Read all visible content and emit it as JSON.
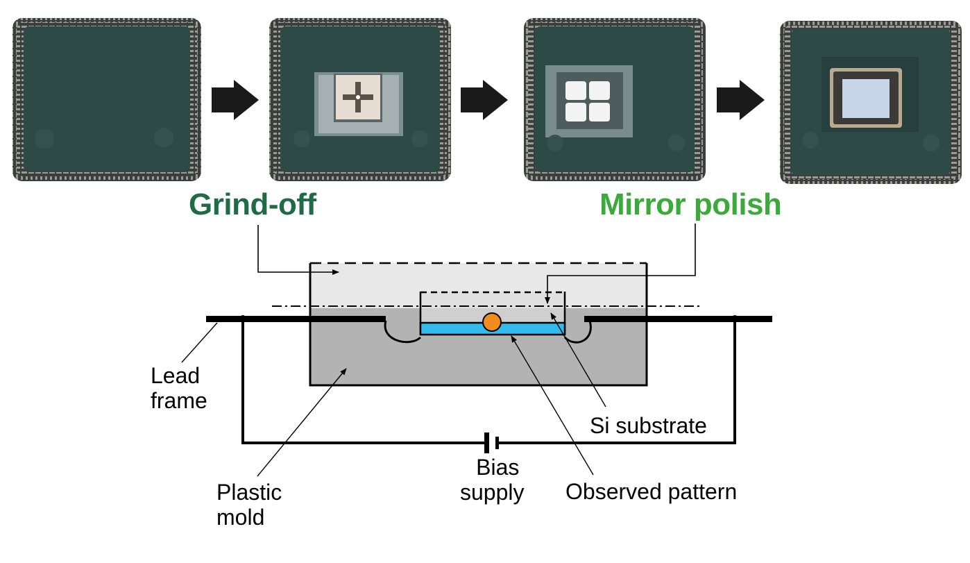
{
  "figure": {
    "steps": [
      {
        "name": "original-package",
        "state": "encapsulated"
      },
      {
        "name": "ground-package",
        "state": "grind-off exposed die"
      },
      {
        "name": "etched-package",
        "state": "exposed pattern"
      },
      {
        "name": "polished-package",
        "state": "mirror polished"
      }
    ],
    "step_titles": {
      "grind_off": "Grind-off",
      "mirror_polish": "Mirror polish"
    },
    "labels": {
      "lead_frame_line1": "Lead",
      "lead_frame_line2": "frame",
      "plastic_mold_line1": "Plastic",
      "plastic_mold_line2": "mold",
      "bias_supply_line1": "Bias",
      "bias_supply_line2": "supply",
      "si_substrate": "Si substrate",
      "observed_pattern": "Observed pattern"
    },
    "colors": {
      "grind_off": "#1f6b45",
      "mirror_polish": "#3aaa3a",
      "mold": "#b3b3b3",
      "removed_region": "#e8e8e8",
      "substrate_layer": "#33bbee",
      "pattern_dot": "#f28c1e",
      "chip_body": "#2e4a46"
    }
  }
}
